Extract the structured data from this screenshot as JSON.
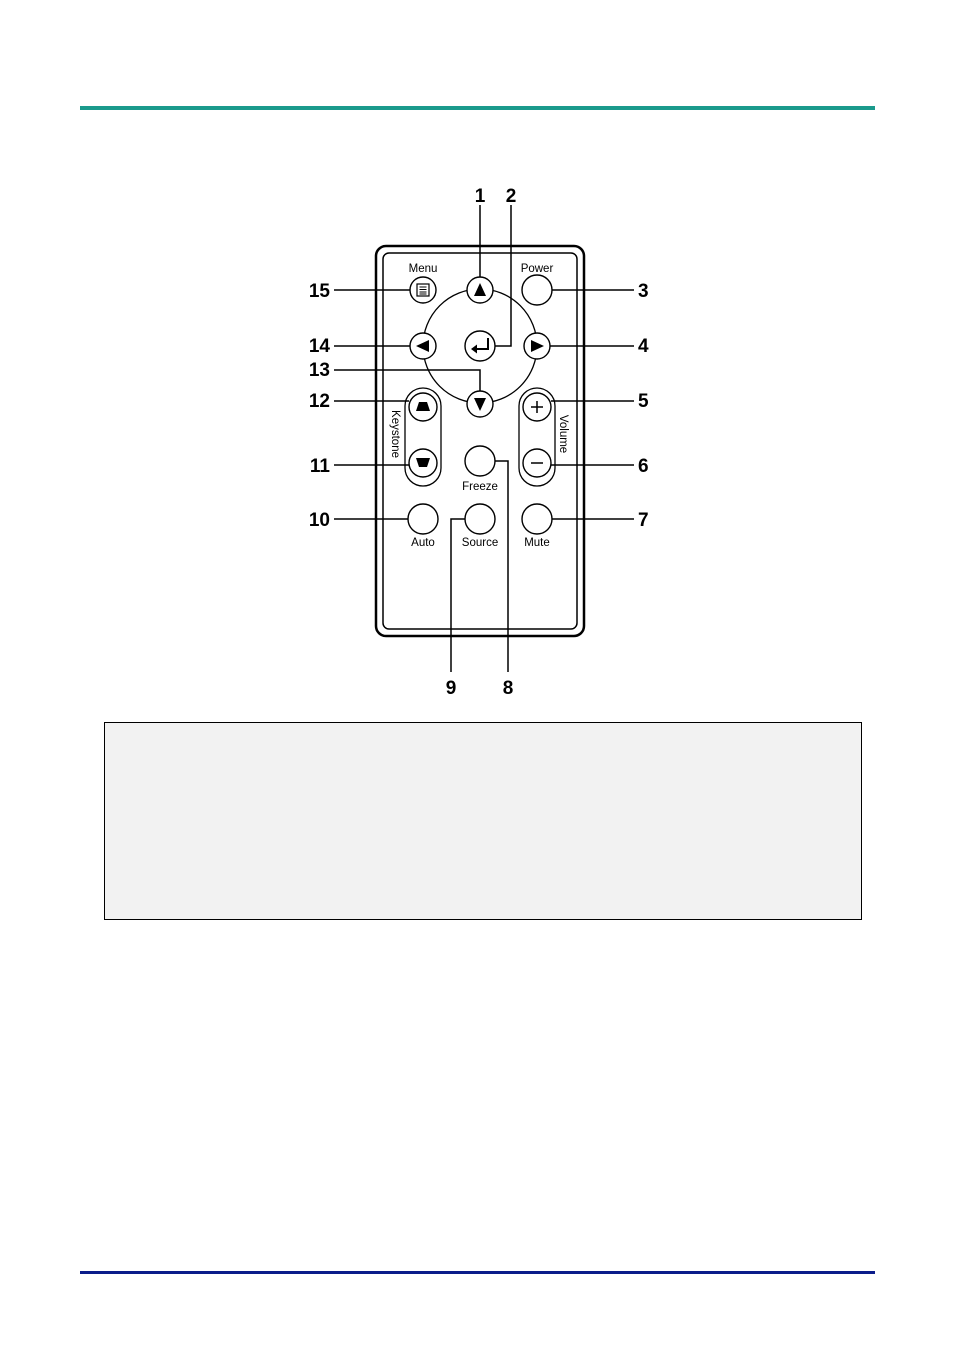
{
  "colors": {
    "top_rule": "#1a9a8c",
    "bottom_rule": "#0b1c8a",
    "note_bg": "#f2f2f2"
  },
  "remote": {
    "labels": {
      "menu": "Menu",
      "power": "Power",
      "keystone": "Keystone",
      "volume": "Volume",
      "freeze": "Freeze",
      "auto": "Auto",
      "source": "Source",
      "mute": "Mute"
    },
    "callouts": {
      "n1": "1",
      "n2": "2",
      "n3": "3",
      "n4": "4",
      "n5": "5",
      "n6": "6",
      "n7": "7",
      "n8": "8",
      "n9": "9",
      "n10": "10",
      "n11": "11",
      "n12": "12",
      "n13": "13",
      "n14": "14",
      "n15": "15"
    },
    "icons": {
      "up": "up-arrow-icon",
      "down": "down-arrow-icon",
      "left": "left-arrow-icon",
      "right": "right-arrow-icon",
      "enter": "enter-icon",
      "menu": "menu-icon",
      "keystone_up": "keystone-up-icon",
      "keystone_down": "keystone-down-icon",
      "plus": "plus-icon",
      "minus": "minus-icon"
    }
  }
}
